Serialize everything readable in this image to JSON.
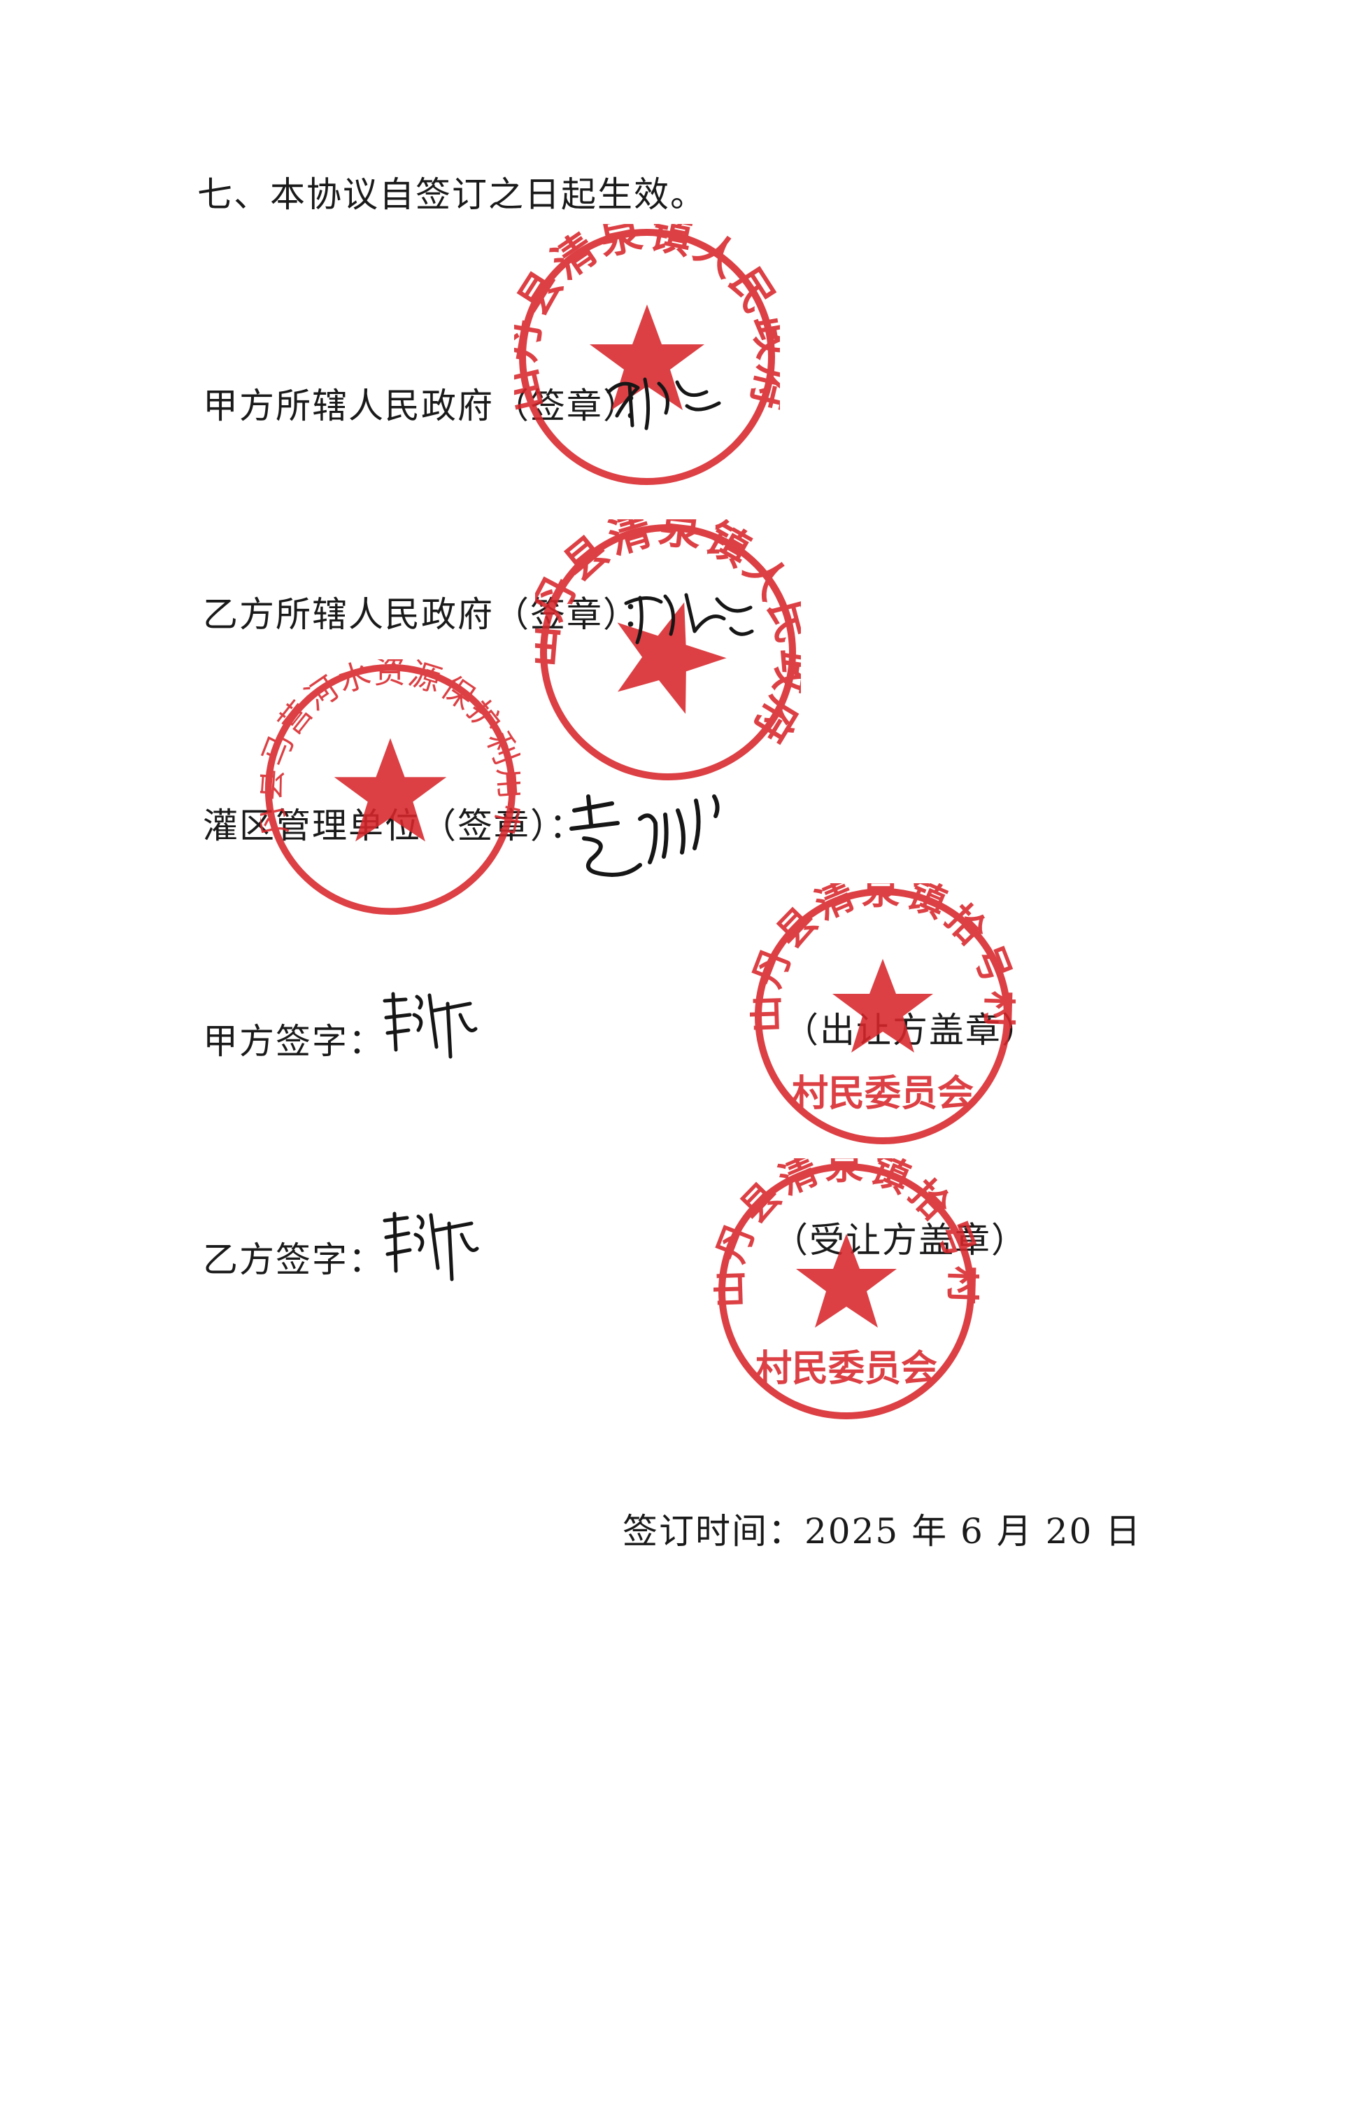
{
  "document": {
    "clause_7": "七、本协议自签订之日起生效。",
    "party_a_gov_label": "甲方所辖人民政府（签章）：",
    "party_b_gov_label": "乙方所辖人民政府（签章）：",
    "irrigation_label": "灌区管理单位（签章）：",
    "party_a_sign_label": "甲方签字：",
    "party_b_sign_label": "乙方签字：",
    "transferor_note": "（出让方盖章）",
    "transferee_note": "（受让方盖章）",
    "signing_date": "签订时间：2025 年 6 月 20 日"
  },
  "seals": {
    "color": "#d8262b",
    "seal_a_gov": "山丹县清泉镇人民政府",
    "seal_b_gov": "山丹县清泉镇人民政府",
    "seal_irrigation": "山丹县马营河水资源保护利用中心",
    "seal_out_arc": "山丹县清泉镇拾号村",
    "seal_out_bottom": "村民委员会",
    "seal_in_arc": "山丹县清泉镇拾号村",
    "seal_in_bottom": "村民委员会"
  },
  "icons": {
    "seal_center": "star-icon",
    "signature": "handwritten-signature"
  }
}
